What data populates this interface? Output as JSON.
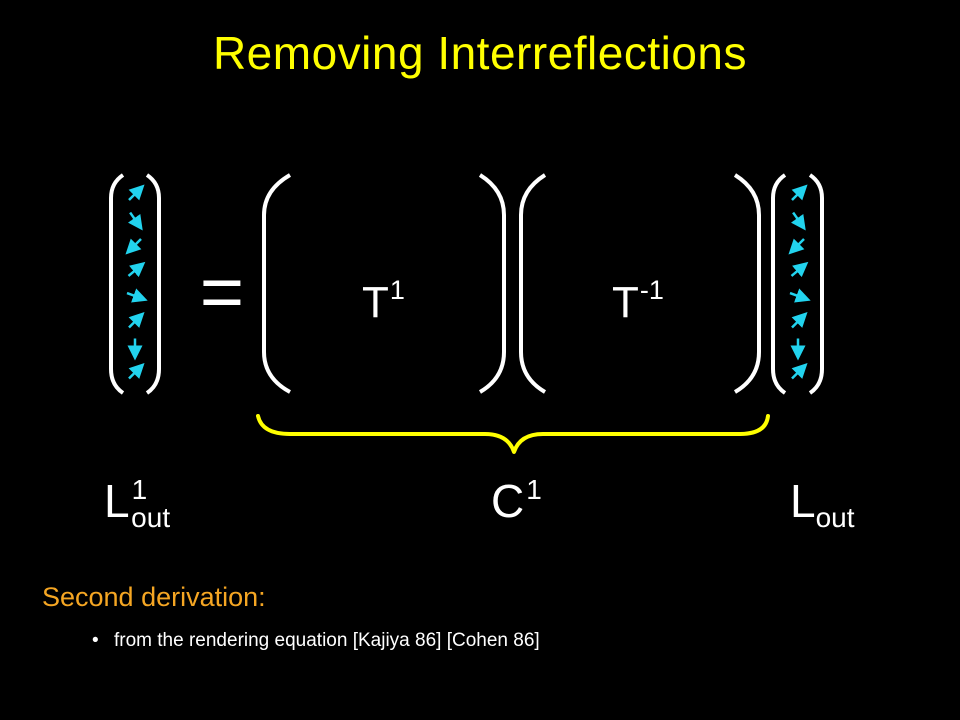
{
  "slide": {
    "title": "Removing Interreflections",
    "equals": "=",
    "matrices": {
      "T1": {
        "base": "T",
        "sup": "1"
      },
      "Tinv": {
        "base": "T",
        "sup": "-1"
      }
    },
    "labels": {
      "L1out": {
        "base": "L",
        "sup": "1",
        "sub": "out"
      },
      "C1": {
        "base": "C",
        "sup": "1"
      },
      "Lout": {
        "base": "L",
        "sub": "out"
      }
    },
    "subtitle": "Second derivation:",
    "bullet": "from the rendering equation [Kajiya 86] [Cohen 86]"
  },
  "colors": {
    "background": "#000000",
    "title": "#ffff00",
    "bracket": "#ffffff",
    "arrow": "#22d3ee",
    "brace": "#ffff00",
    "subtitle": "#f5a623"
  }
}
